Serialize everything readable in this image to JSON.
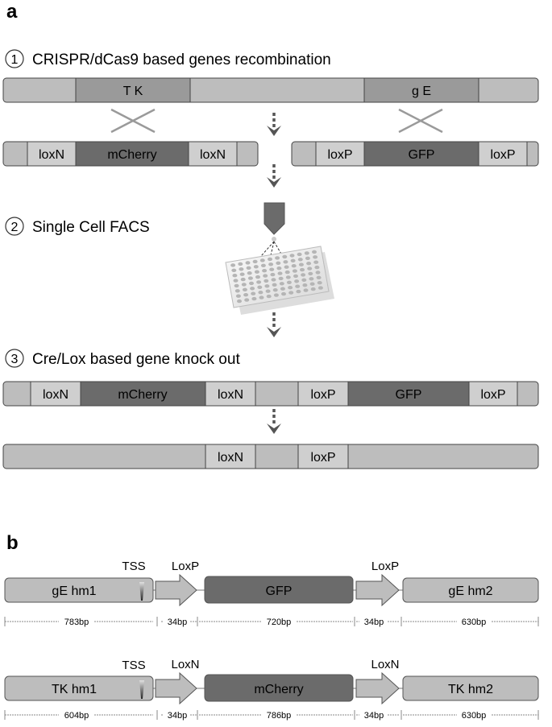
{
  "panel_a": {
    "label": "a",
    "step1": {
      "num": "1",
      "text": "CRISPR/dCas9 based genes recombination"
    },
    "step2": {
      "num": "2",
      "text": "Single Cell FACS"
    },
    "step3": {
      "num": "3",
      "text": "Cre/Lox based gene knock out"
    },
    "genome_segments": [
      "T K",
      "g E"
    ],
    "donor_left": [
      "loxN",
      "mCherry",
      "loxN"
    ],
    "donor_right": [
      "loxP",
      "GFP",
      "loxP"
    ],
    "recombined": [
      "loxN",
      "mCherry",
      "loxN",
      "loxP",
      "GFP",
      "loxP"
    ],
    "knockout": [
      "loxN",
      "loxP"
    ]
  },
  "panel_b": {
    "label": "b",
    "row1": {
      "tss": "TSS",
      "left_arm": "gE hm1",
      "lox_left": "LoxP",
      "middle": "GFP",
      "lox_right": "LoxP",
      "right_arm": "gE hm2",
      "lengths": [
        "783bp",
        "34bp",
        "720bp",
        "34bp",
        "630bp"
      ]
    },
    "row2": {
      "tss": "TSS",
      "left_arm": "TK hm1",
      "lox_left": "LoxN",
      "middle": "mCherry",
      "lox_right": "LoxN",
      "right_arm": "TK hm2",
      "lengths": [
        "604bp",
        "34bp",
        "786bp",
        "34bp",
        "630bp"
      ]
    }
  },
  "colors": {
    "light": "#bdbdbd",
    "medium": "#9a9a9a",
    "dark": "#6b6b6b",
    "stroke": "#444444",
    "arrow": "#555555"
  }
}
